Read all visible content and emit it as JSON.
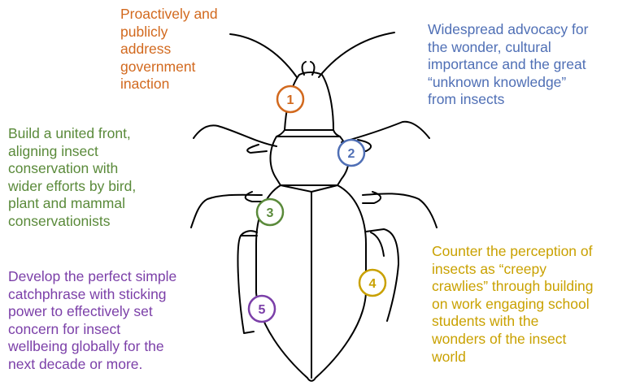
{
  "colors": {
    "outline": "#000000",
    "c1": "#D2691E",
    "c2": "#4F6FB5",
    "c3": "#5A8A3A",
    "c4": "#C9A100",
    "c5": "#7B3FA8"
  },
  "markers": [
    {
      "num": "1",
      "color": "#D2691E"
    },
    {
      "num": "2",
      "color": "#4F6FB5"
    },
    {
      "num": "3",
      "color": "#5A8A3A"
    },
    {
      "num": "4",
      "color": "#C9A100"
    },
    {
      "num": "5",
      "color": "#7B3FA8"
    }
  ],
  "labels": {
    "l1": [
      "Proactively and",
      "publicly",
      "address",
      "government",
      "inaction"
    ],
    "l2": [
      "Widespread advocacy for",
      "the wonder, cultural",
      "importance and the great",
      "“unknown knowledge”",
      "from insects"
    ],
    "l3": [
      "Build a united front,",
      "aligning insect",
      "conservation with",
      "wider efforts by bird,",
      "plant and mammal",
      "conservationists"
    ],
    "l4": [
      "Counter the perception of",
      "insects as “creepy",
      "crawlies” through building",
      "on work engaging school",
      "students with the",
      "wonders of the insect",
      "world"
    ],
    "l5": [
      "Develop the perfect simple",
      "catchphrase with sticking",
      "power to effectively set",
      "concern for insect",
      "wellbeing globally for the",
      "next decade or more."
    ]
  }
}
